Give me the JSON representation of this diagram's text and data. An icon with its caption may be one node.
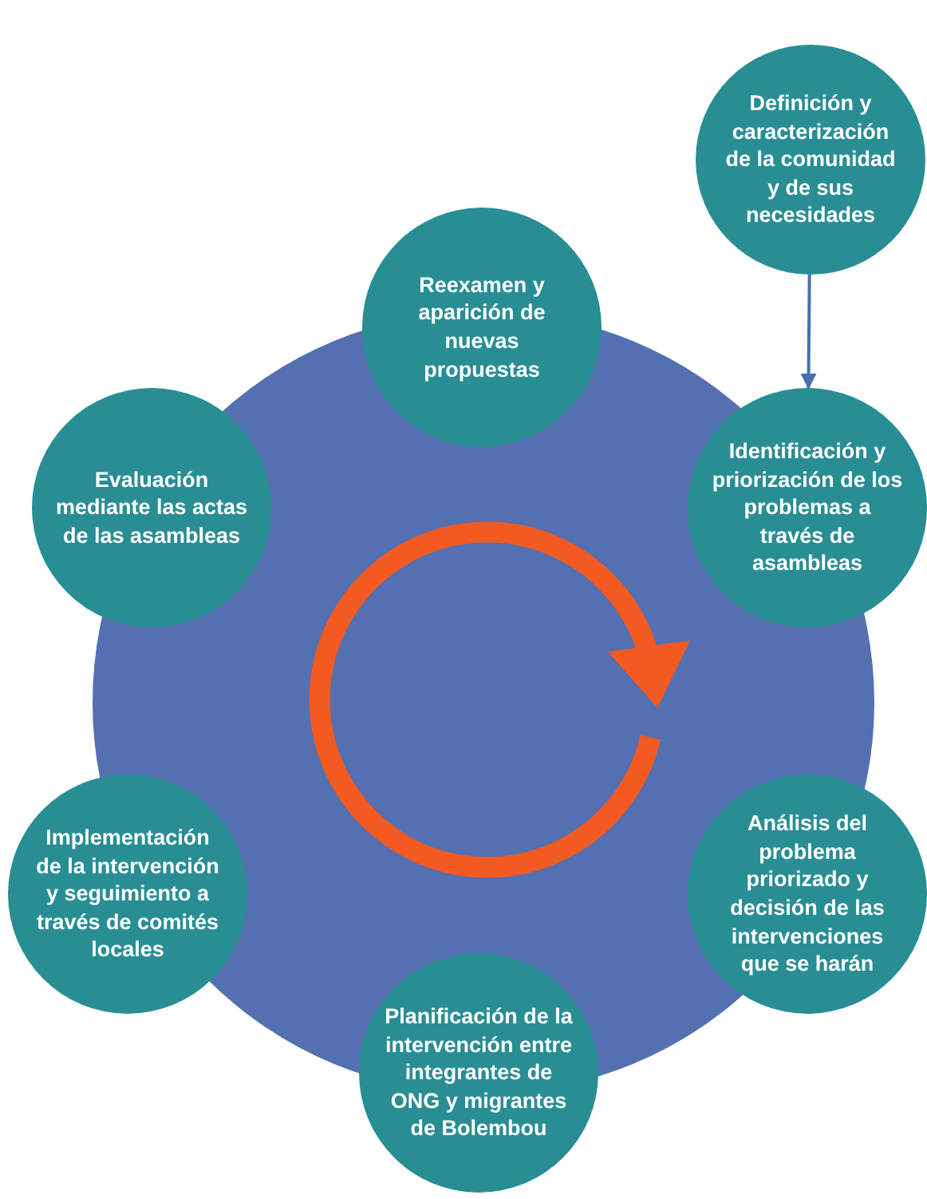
{
  "diagram": {
    "nodes": [
      {
        "text": [
          "Definición y caracterización de la comunidad y de sus necesidades"
        ]
      },
      {
        "text": [
          "Reexamen y aparición de nuevas propuestas"
        ]
      },
      {
        "text": [
          "Identificación y priorización de los problemas a través de asambleas"
        ]
      },
      {
        "text": [
          "Evaluación mediante las actas de las asambleas"
        ]
      },
      {
        "text": [
          "Análisis del problema priorizado y decisión de las intervenciones que se harán"
        ]
      },
      {
        "text": [
          "Implementación de la intervención y seguimiento a través de comités locales"
        ]
      },
      {
        "text": [
          "Planificación de la intervención entre integrantes de ONG y migrantes de Bolembou"
        ]
      }
    ],
    "edges": [
      {
        "from": 0,
        "to": 2,
        "arrow": "to"
      }
    ]
  }
}
